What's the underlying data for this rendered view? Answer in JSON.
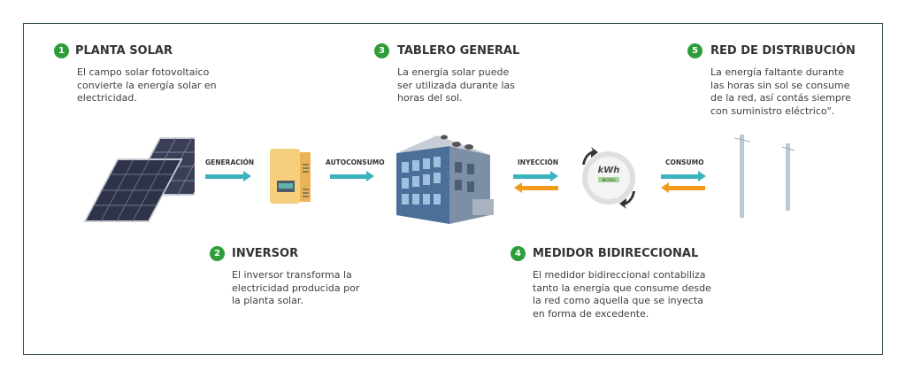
{
  "steps": [
    {
      "number": "1",
      "title": "PLANTA SOLAR",
      "description": "El campo solar fotovoltaico\nconvierte la energía solar en\nelectricidad."
    },
    {
      "number": "2",
      "title": "INVERSOR",
      "description": "El inversor transforma la\nelectricidad producida por\nla planta solar."
    },
    {
      "number": "3",
      "title": "TABLERO GENERAL",
      "description": "La energía solar puede\nser utilizada durante las\nhoras del sol."
    },
    {
      "number": "4",
      "title": "MEDIDOR BIDIRECCIONAL",
      "description": "El medidor bidireccional contabiliza\ntanto la energía que consume desde\nla red como aquella que se inyecta\nen forma de excedente."
    },
    {
      "number": "5",
      "title": "RED DE DISTRIBUCIÓN",
      "description": "La energía faltante durante\nlas horas sin sol se consume\nde la red, así contás siempre\ncon suministro eléctrico\"."
    }
  ],
  "flows": {
    "generacion": "GENERACIÓN",
    "autoconsumo": "AUTOCONSUMO",
    "inyeccion": "INYECCIÓN",
    "consumo": "CONSUMO"
  },
  "meter": {
    "unit": "kWh",
    "reading": "867463"
  },
  "colors": {
    "green": "#2e9e3a",
    "teal": "#3bb3bd",
    "orange": "#f39a1e",
    "frame": "#2f4f4a"
  }
}
